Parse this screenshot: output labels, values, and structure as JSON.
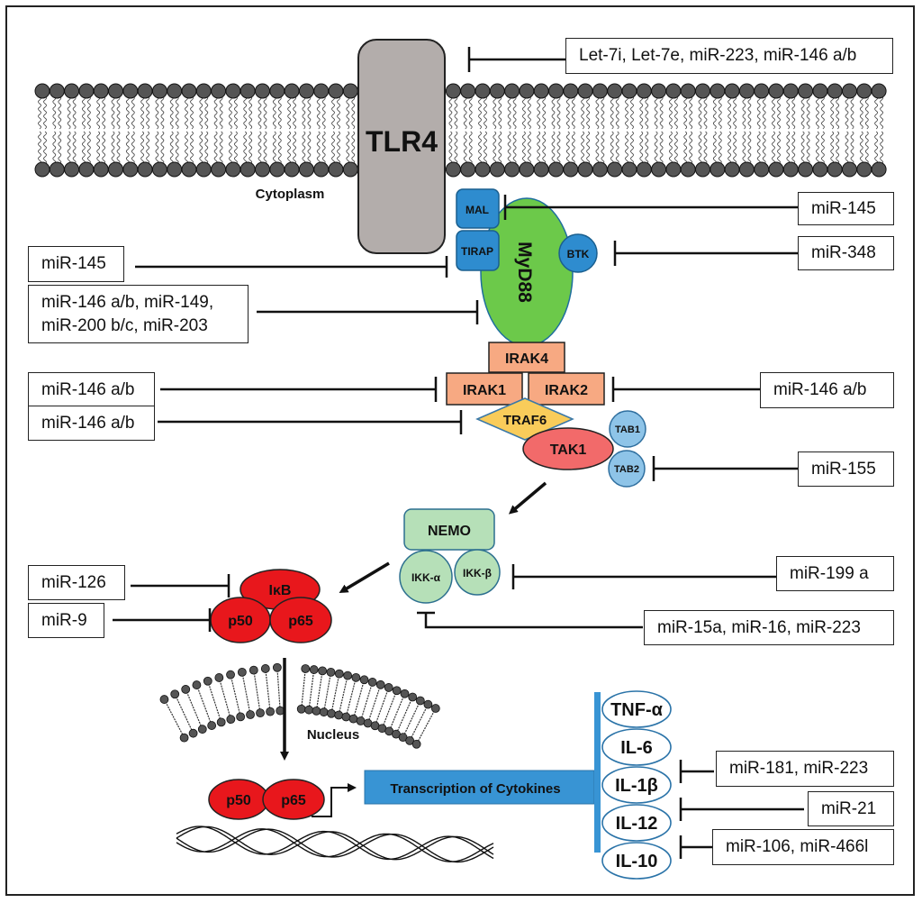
{
  "figure": {
    "labels": {
      "cytoplasm": "Cytoplasm",
      "nucleus": "Nucleus",
      "transcription": "Transcription of Cytokines"
    },
    "proteins": {
      "tlr4": "TLR4",
      "mal": "MAL",
      "tirap": "TIRAP",
      "myd88": "MyD88",
      "btk": "BTK",
      "irak4": "IRAK4",
      "irak1": "IRAK1",
      "irak2": "IRAK2",
      "traf6": "TRAF6",
      "tak1": "TAK1",
      "tab1": "TAB1",
      "tab2": "TAB2",
      "nemo": "NEMO",
      "ikk_alpha": "IKK-α",
      "ikk_beta": "IKK-β",
      "ikb": "IκB",
      "p50": "p50",
      "p65": "p65",
      "p50_nuclear": "p50",
      "p65_nuclear": "p65"
    },
    "cytokines": [
      "TNF-α",
      "IL-6",
      "IL-1β",
      "IL-12",
      "IL-10"
    ],
    "mirna_inhibitors": {
      "tlr4": "Let-7i, Let-7e, miR-223, miR-146 a/b",
      "mal": "miR-145",
      "btk": "miR-348",
      "tirap": "miR-145",
      "myd88": "miR-146 a/b, miR-149,\nmiR-200 b/c, miR-203",
      "irak1": "miR-146 a/b",
      "irak2": "miR-146 a/b",
      "traf6": "miR-146 a/b",
      "tab2": "miR-155",
      "ikk_beta": "miR-199 a",
      "ikk_alpha": "miR-15a, miR-16, miR-223",
      "ikb": "miR-126",
      "p50": "miR-9",
      "il1b": "miR-181, miR-223",
      "il12": "miR-21",
      "il10": "miR-106, miR-466l"
    },
    "colors": {
      "tlr4": "#b3adab",
      "adaptor_blue": "#2e8ccf",
      "myd88": "#6cc94a",
      "irak": "#f7a982",
      "traf6": "#f9cc5a",
      "tak1": "#f26a6a",
      "tab": "#8ec4e8",
      "ikk": "#b6e0b8",
      "nfkb_red": "#e8171c",
      "lipid_head": "#555555",
      "cytokine_bar": "#3894d4"
    }
  }
}
